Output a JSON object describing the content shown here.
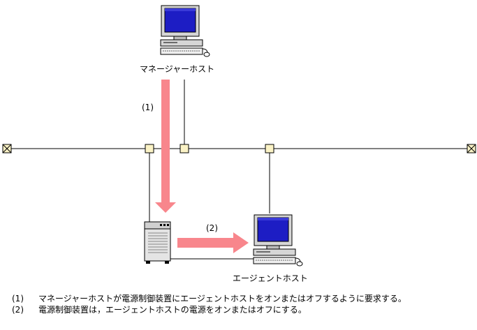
{
  "manager_host": {
    "label": "マネージャーホスト",
    "icon": "pc-workstation-icon"
  },
  "agent_host": {
    "label": "エージェントホスト",
    "icon": "pc-workstation-icon"
  },
  "power_controller": {
    "icon": "server-tower-icon"
  },
  "arrow1_label": "(1)",
  "arrow2_label": "(2)",
  "colors": {
    "arrow": "#f8868c",
    "connector": "#fbf3c6",
    "screen": "#1d1dc4"
  },
  "notes": [
    {
      "num": "(1)",
      "text": "マネージャーホストが電源制御装置にエージェントホストをオンまたはオフするように要求する。"
    },
    {
      "num": "(2)",
      "text": "電源制御装置は，エージェントホストの電源をオンまたはオフにする。"
    }
  ]
}
